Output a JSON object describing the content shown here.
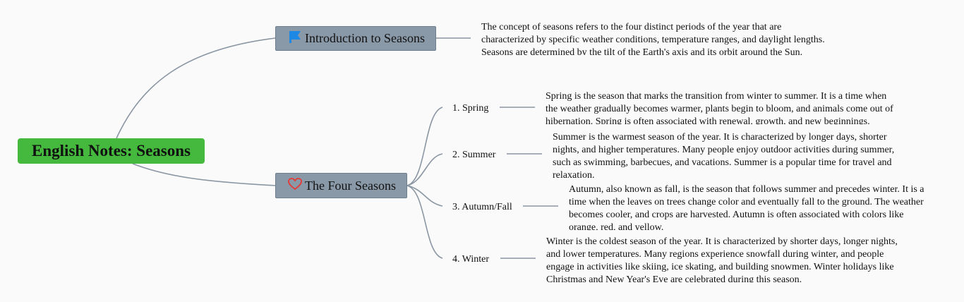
{
  "root": {
    "title": "English Notes: Seasons"
  },
  "topics": {
    "intro": {
      "label": "Introduction to Seasons",
      "icon": "flag-icon",
      "note": "The concept of seasons refers to the four distinct periods of the year that are characterized by specific weather conditions, temperature ranges, and daylight lengths. Seasons are determined by the tilt of the Earth's axis and its orbit around the Sun."
    },
    "four": {
      "label": "The Four Seasons",
      "icon": "heart-icon",
      "subtopics": [
        {
          "label": "1. Spring",
          "note": "Spring is the season that marks the transition from winter to summer. It is a time when the weather gradually becomes warmer, plants begin to bloom, and animals come out of hibernation. Spring is often associated with renewal, growth, and new beginnings."
        },
        {
          "label": "2. Summer",
          "note": "Summer is the warmest season of the year. It is characterized by longer days, shorter nights, and higher temperatures. Many people enjoy outdoor activities during summer, such as swimming, barbecues, and vacations. Summer is a popular time for travel and relaxation."
        },
        {
          "label": "3. Autumn/Fall",
          "note": "Autumn, also known as fall, is the season that follows summer and precedes winter. It is a time when the leaves on trees change color and eventually fall to the ground. The weather becomes cooler, and crops are harvested. Autumn is often associated with colors like orange, red, and yellow."
        },
        {
          "label": "4. Winter",
          "note": "Winter is the coldest season of the year. It is characterized by shorter days, longer nights, and lower temperatures. Many regions experience snowfall during winter, and people engage in activities like skiing, ice skating, and building snowmen. Winter holidays like Christmas and New Year's Eve are celebrated during this season."
        }
      ]
    }
  },
  "colors": {
    "root_fill": "#45b93d",
    "topic_fill": "#8a99a8",
    "connector": "#8a96a3",
    "flag": "#1e88e5",
    "heart": "#e53935"
  }
}
